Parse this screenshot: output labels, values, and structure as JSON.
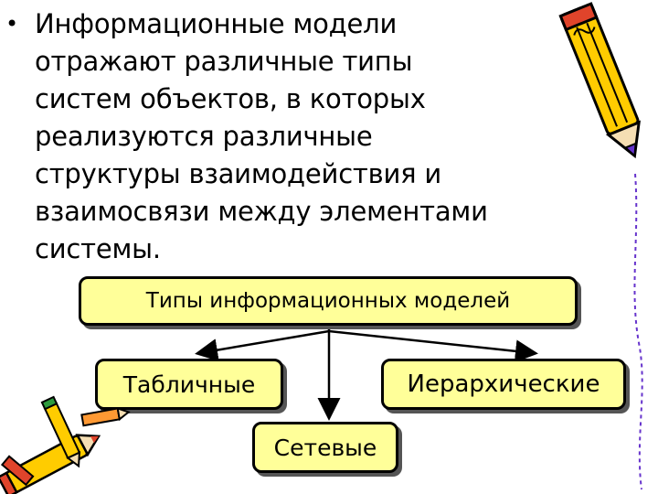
{
  "bullet": {
    "marker": "•",
    "text": "Информационные модели\nотражают различные типы\nсистем объектов, в которых\nреализуются различные\nструктуры взаимодействия и\nвзаимосвязи между элементами\nсистемы."
  },
  "diagram": {
    "root_label": "Типы информационных моделей",
    "children": [
      {
        "label": "Табличные"
      },
      {
        "label": "Сетевые"
      },
      {
        "label": "Иерархические"
      }
    ]
  },
  "colors": {
    "box_fill": "#ffff99",
    "border": "#000000",
    "pencil_body": "#ffcc00",
    "pencil_tip": "#6633cc",
    "pencil_red": "#e0442b",
    "pencil_green": "#2e9b3e"
  },
  "icons": [
    "pencil-icon",
    "pencils-cluster-icon"
  ]
}
